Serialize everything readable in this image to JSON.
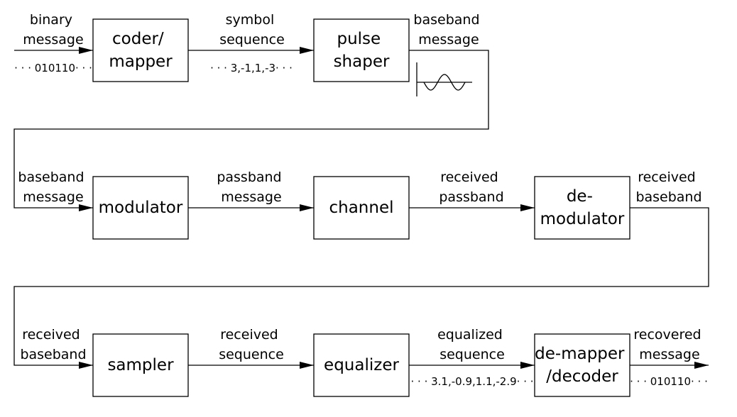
{
  "diagram": {
    "blocks": {
      "coder_mapper": [
        "coder/",
        "mapper"
      ],
      "pulse_shaper": [
        "pulse",
        "shaper"
      ],
      "modulator": [
        "modulator"
      ],
      "channel": [
        "channel"
      ],
      "demodulator": [
        "de-",
        "modulator"
      ],
      "sampler": [
        "sampler"
      ],
      "equalizer": [
        "equalizer"
      ],
      "demapper_decoder": [
        "de-mapper",
        "/decoder"
      ]
    },
    "signals": {
      "binary_message": [
        "binary",
        "message"
      ],
      "binary_sample": "· · · 010110· · ·",
      "symbol_sequence": [
        "symbol",
        "sequence"
      ],
      "symbol_sample": "· · · 3,-1,1,-3· · ·",
      "baseband_message_top": [
        "baseband",
        "message"
      ],
      "baseband_message_row2": [
        "baseband",
        "message"
      ],
      "passband_message": [
        "passband",
        "message"
      ],
      "received_passband": [
        "received",
        "passband"
      ],
      "received_baseband_row2": [
        "received",
        "baseband"
      ],
      "received_baseband_row3": [
        "received",
        "baseband"
      ],
      "received_sequence": [
        "received",
        "sequence"
      ],
      "equalized_sequence": [
        "equalized",
        "sequence"
      ],
      "equalized_sample": "· · · 3.1,-0.9,1.1,-2.9· · ·",
      "recovered_message": [
        "recovered",
        "message"
      ],
      "recovered_sample": "· · · 010110· · ·"
    },
    "inset": {
      "type": "waveform",
      "shape": "sine",
      "cycles": 1.5
    }
  }
}
